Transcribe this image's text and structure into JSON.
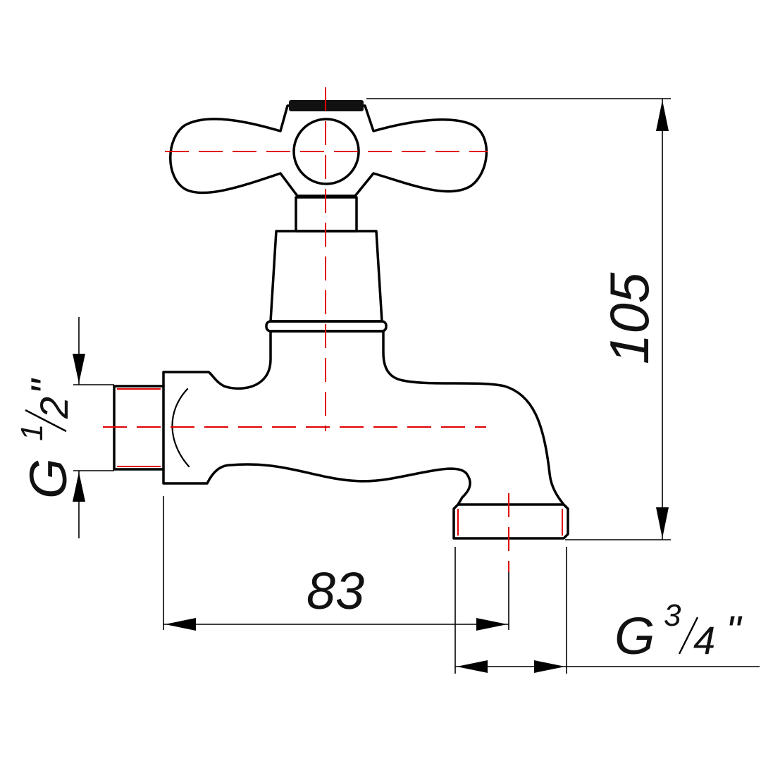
{
  "drawing": {
    "dimensions": {
      "height": "105",
      "length": "83",
      "inlet_thread_prefix": "G",
      "inlet_thread_num": "1",
      "inlet_thread_den": "2",
      "inlet_thread_mark": "\"",
      "outlet_thread_prefix": "G",
      "outlet_thread_num": "3",
      "outlet_thread_den": "4",
      "outlet_thread_mark": "\""
    },
    "colors": {
      "outline": "#000000",
      "centerline": "#e00000"
    }
  }
}
